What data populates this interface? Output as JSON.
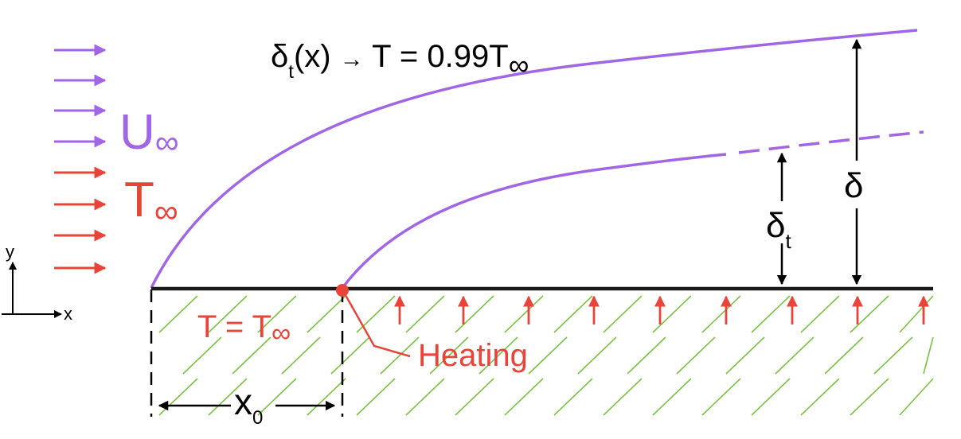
{
  "labels": {
    "thermal_def_main": "δ",
    "thermal_def_sub": "t",
    "thermal_def_rest": "(x) ",
    "thermal_def_arrow": "→",
    "thermal_def_eq": " T = 0.99T",
    "thermal_def_inf": "∞",
    "freestream_velocity_main": "U",
    "freestream_velocity_inf": "∞",
    "freestream_temp_main": "T",
    "freestream_temp_inf": "∞",
    "delta_label": "δ",
    "delta_t_main": "δ",
    "delta_t_sub": "t",
    "unheated_temp": "T = T",
    "unheated_temp_inf": "∞",
    "heating_label": "Heating",
    "x0_main": "x",
    "x0_sub": "0",
    "axis_y": "y",
    "axis_x": "x"
  },
  "colors": {
    "velocity": "#a066e6",
    "thermal": "#e8443a",
    "wall": "#1a1a1a",
    "hatch": "#7cc242",
    "text": "#000000"
  },
  "icons": {
    "flow_arrow": "right-arrow",
    "heat_arrow": "up-arrow",
    "dimension_arrow": "double-headed-arrow"
  }
}
